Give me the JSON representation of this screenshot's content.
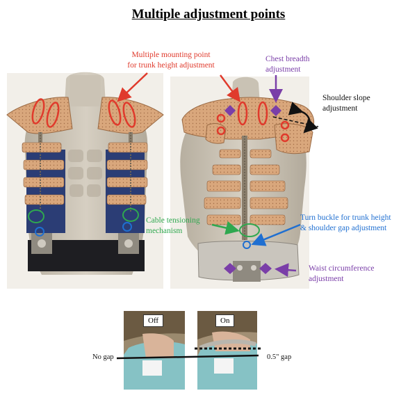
{
  "title": "Multiple adjustment points",
  "labels": {
    "mounting_line1": "Multiple mounting point",
    "mounting_line2": "for trunk height adjustment",
    "chest_line1": "Chest breadth",
    "chest_line2": "adjustment",
    "shoulder_line1": "Shoulder slope",
    "shoulder_line2": "adjustment",
    "cable_line1": "Cable tensioning",
    "cable_line2": "mechanism",
    "turn_line1": "Turn buckle for trunk height",
    "turn_line2": "& shoulder gap adjustment",
    "waist_line1": "Waist circumference",
    "waist_line2": "adjustment",
    "off": "Off",
    "on": "On",
    "no_gap": "No gap",
    "gap": "0.5\" gap"
  },
  "colors": {
    "red": "#e03a2c",
    "purple": "#7a3ea8",
    "green": "#2fa84f",
    "blue": "#1f6fd1",
    "tan": "#d9a77c",
    "mannequin": "#c9c2b4",
    "navy": "#2b3d75"
  }
}
